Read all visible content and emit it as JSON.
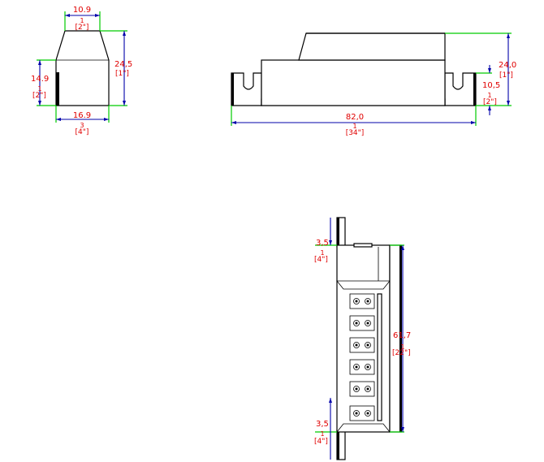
{
  "dimensions": {
    "side_top_width": {
      "mm": "10.9",
      "frac": "1",
      "inch": "[2\"]"
    },
    "side_height": {
      "mm": "24,5",
      "inch": "[1\"]"
    },
    "side_lower_height": {
      "mm": "14.9",
      "frac": "1",
      "inch": "[2\"]"
    },
    "side_bottom_width": {
      "mm": "16.9",
      "frac": "3",
      "inch": "[4\"]"
    },
    "front_height": {
      "mm": "24,0",
      "inch": "[1\"]"
    },
    "front_lower_height": {
      "mm": "10,5",
      "frac": "1",
      "inch": "[2\"]"
    },
    "front_length": {
      "mm": "82,0",
      "frac": "1",
      "inch": "[34\"]"
    },
    "top_tab_top": {
      "mm": "3,5",
      "frac": "1",
      "inch": "[4\"]"
    },
    "top_length": {
      "mm": "61,7",
      "frac": "1",
      "inch": "[22\"]"
    },
    "top_tab_bottom": {
      "mm": "3,5",
      "frac": "1",
      "inch": "[4\"]"
    }
  }
}
